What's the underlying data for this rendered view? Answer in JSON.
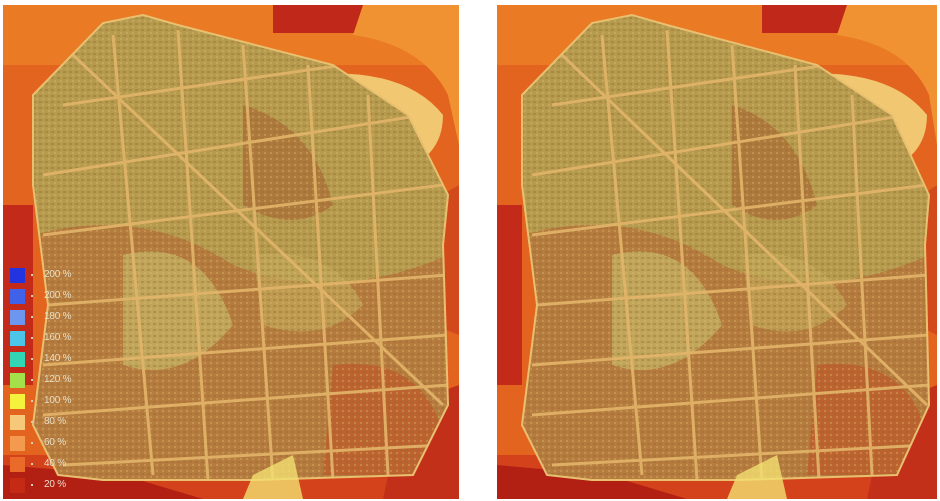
{
  "legend": {
    "items": [
      {
        "label": "200 %",
        "color": "#2233e0"
      },
      {
        "label": "200 %",
        "color": "#3f62e8"
      },
      {
        "label": "180 %",
        "color": "#6d96f0"
      },
      {
        "label": "160 %",
        "color": "#4cc5e8"
      },
      {
        "label": "140 %",
        "color": "#33d6b4"
      },
      {
        "label": "120 %",
        "color": "#a4e04a"
      },
      {
        "label": "100 %",
        "color": "#f4f23c"
      },
      {
        "label": "80 %",
        "color": "#f6c87a"
      },
      {
        "label": "60 %",
        "color": "#f49a4e"
      },
      {
        "label": "40 %",
        "color": "#ea6a2a"
      },
      {
        "label": "20 %",
        "color": "#c42a14"
      }
    ]
  },
  "colors": {
    "background_deep_red": "#c0321b",
    "background_orange": "#e4641f",
    "background_light_orange": "#f09232",
    "pale_yellow_area": "#f2d27a",
    "urban_olive": "#b69a4e",
    "urban_brown": "#b5703a",
    "road_color": "#e3b56a"
  }
}
